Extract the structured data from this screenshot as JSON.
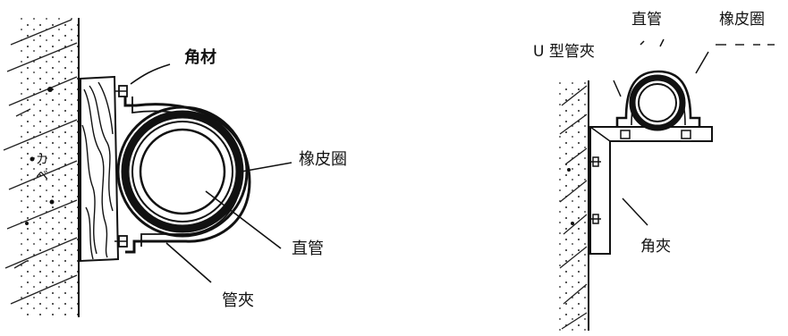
{
  "left_figure": {
    "labels": {
      "angle": "角材",
      "rubber_ring": "橡皮圈",
      "straight_pipe": "直管",
      "clamp": "管夾",
      "wall_char1": "カ",
      "wall_char2": "ベ"
    }
  },
  "right_figure": {
    "labels": {
      "straight_pipe": "直管",
      "rubber_ring": "橡皮圈",
      "u_clamp": "U 型管夾",
      "angle_clamp": "角夾"
    }
  }
}
